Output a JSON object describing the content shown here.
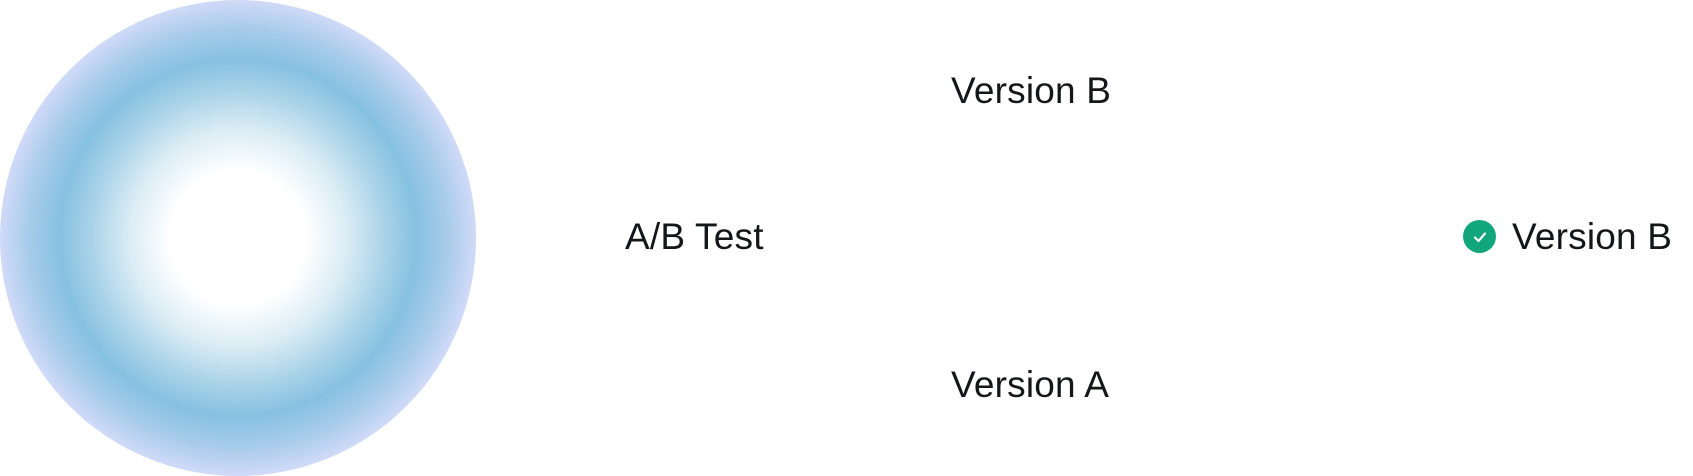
{
  "nodes": {
    "root_label": "A/B Test",
    "branch_top_label": "Version B",
    "branch_bottom_label": "Version A",
    "result_label": "Version B"
  },
  "icons": {
    "result_icon": "check-circle-icon",
    "result_icon_color": "#12a67c"
  },
  "colors": {
    "orb_center": "#ffffff",
    "orb_ring": "#86c1e1",
    "orb_edge": "#e0e3fc",
    "text": "#15161a"
  }
}
